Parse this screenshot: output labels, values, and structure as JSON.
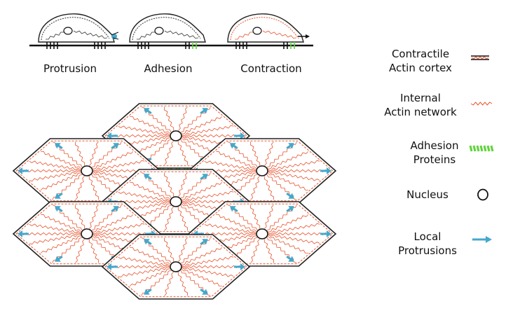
{
  "stages": [
    {
      "label": "Protrusion"
    },
    {
      "label": "Adhesion"
    },
    {
      "label": "Contraction"
    }
  ],
  "legend": {
    "cortex": [
      "Contractile",
      "Actin cortex"
    ],
    "network": [
      "Internal",
      "Actin network"
    ],
    "adhesion": [
      "Adhesion",
      "Proteins"
    ],
    "nucleus": [
      "Nucleus"
    ],
    "protrusion": [
      "Local",
      "Protrusions"
    ]
  },
  "colors": {
    "actin": "#e8542e",
    "adhesion": "#5fd43a",
    "protrusion": "#45a8cc",
    "outline": "#222222"
  },
  "icons": [
    "cortex-icon",
    "network-icon",
    "adhesion-icon",
    "nucleus-icon",
    "protrusion-arrow-icon"
  ]
}
